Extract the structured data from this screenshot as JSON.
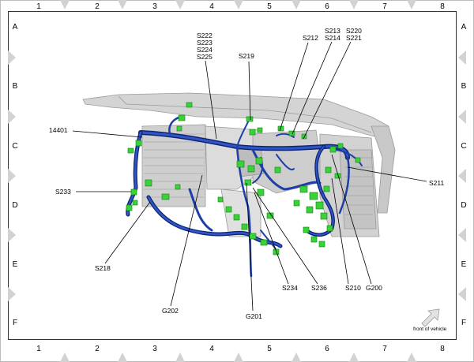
{
  "grid": {
    "columns": [
      "1",
      "2",
      "3",
      "4",
      "5",
      "6",
      "7",
      "8"
    ],
    "rows": [
      "A",
      "B",
      "C",
      "D",
      "E",
      "F"
    ]
  },
  "callouts": {
    "c14401": "14401",
    "s222": "S222",
    "s223": "S223",
    "s224": "S224",
    "s225": "S225",
    "s219": "S219",
    "s212": "S212",
    "s213": "S213",
    "s214": "S214",
    "s220": "S220",
    "s221": "S221",
    "s211": "S211",
    "s233": "S233",
    "s218": "S218",
    "g202": "G202",
    "g201": "G201",
    "s234": "S234",
    "s236": "S236",
    "s210": "S210",
    "g200": "G200"
  },
  "front_label": "front of vehicle",
  "colors": {
    "harness": "#1e3fa8",
    "harness_dark": "#0f2470",
    "connector": "#3ad13a",
    "structure": "#c8c8c8",
    "structure_edge": "#9a9a9a",
    "tab": "#cfcfcf"
  }
}
